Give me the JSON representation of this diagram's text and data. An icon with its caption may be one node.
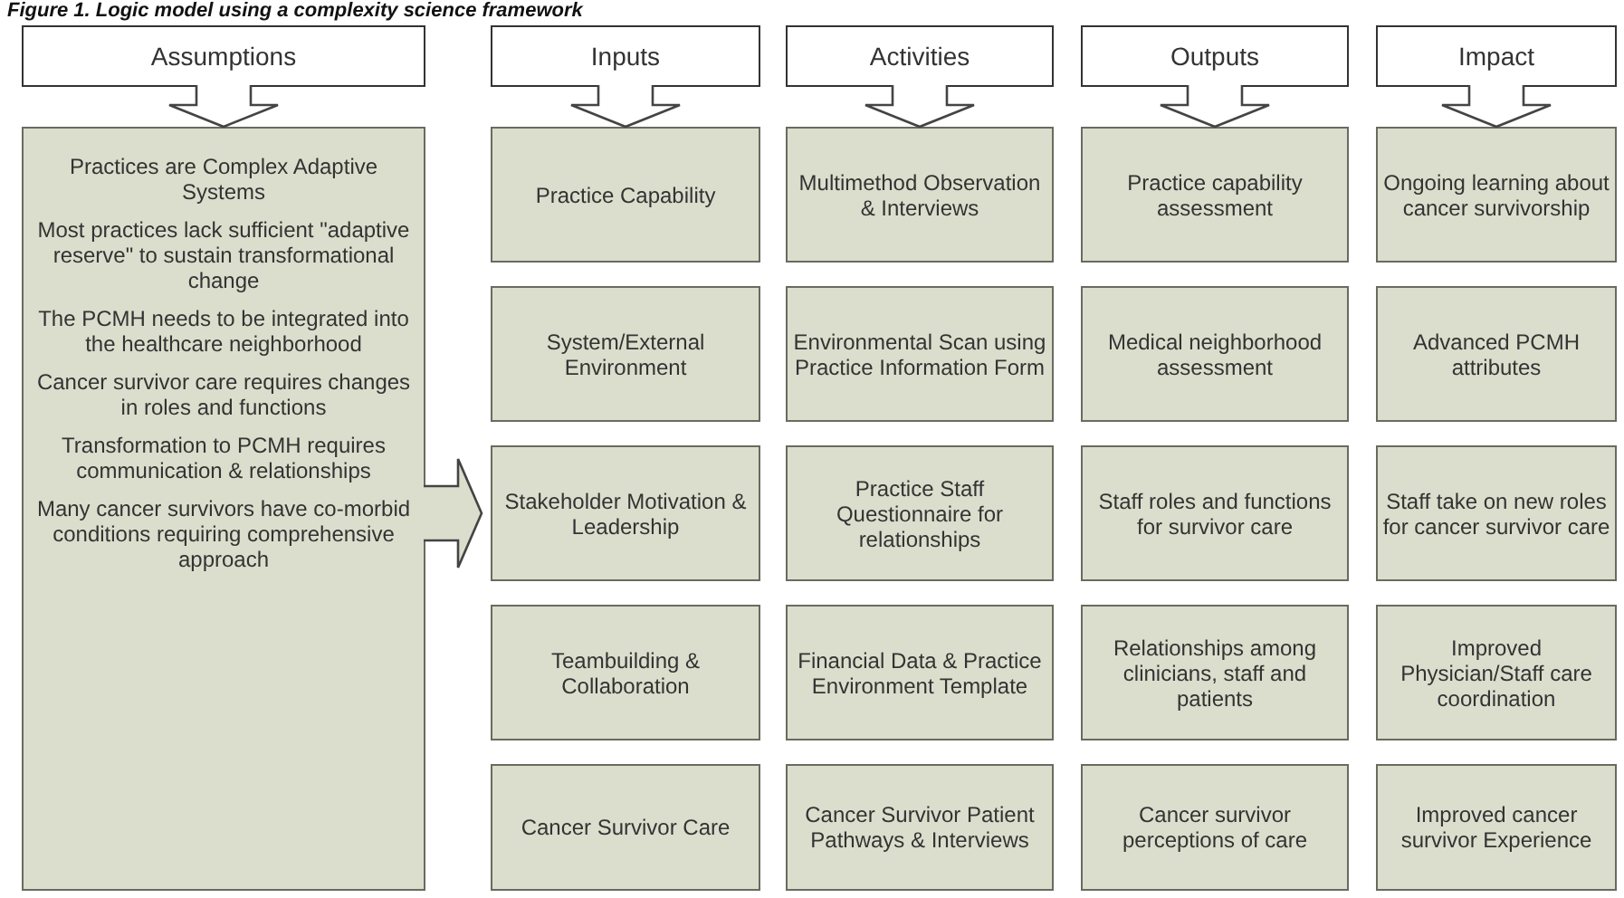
{
  "diagram": {
    "title": "Figure 1. Logic model using a complexity science framework",
    "nodes": [
      {
        "text": [
          "Assumptions"
        ]
      },
      {
        "text": [
          "Inputs"
        ]
      },
      {
        "text": [
          "Activities"
        ]
      },
      {
        "text": [
          "Outputs"
        ]
      },
      {
        "text": [
          "Impact"
        ]
      },
      {
        "text": [
          "Practices are Complex Adaptive Systems",
          "Most practices lack sufficient \"adaptive reserve\" to sustain transformational change",
          "The PCMH needs to be integrated into the healthcare neighborhood",
          "Cancer survivor care requires changes in roles and functions",
          "Transformation to PCMH requires communication & relationships",
          "Many cancer survivors have co-morbid conditions requiring comprehensive approach"
        ]
      },
      {
        "text": [
          "Practice Capability"
        ]
      },
      {
        "text": [
          "System/External Environment"
        ]
      },
      {
        "text": [
          "Stakeholder Motivation & Leadership"
        ]
      },
      {
        "text": [
          "Teambuilding & Collaboration"
        ]
      },
      {
        "text": [
          "Cancer Survivor Care"
        ]
      },
      {
        "text": [
          "Multimethod Observation & Interviews"
        ]
      },
      {
        "text": [
          "Environmental Scan using Practice Information Form"
        ]
      },
      {
        "text": [
          "Practice Staff Questionnaire for relationships"
        ]
      },
      {
        "text": [
          "Financial Data & Practice Environment Template"
        ]
      },
      {
        "text": [
          "Cancer Survivor Patient Pathways & Interviews"
        ]
      },
      {
        "text": [
          "Practice capability assessment"
        ]
      },
      {
        "text": [
          "Medical neighborhood assessment"
        ]
      },
      {
        "text": [
          "Staff roles and functions for survivor care"
        ]
      },
      {
        "text": [
          "Relationships among clinicians, staff and patients"
        ]
      },
      {
        "text": [
          "Cancer survivor perceptions of care"
        ]
      },
      {
        "text": [
          "Ongoing learning about cancer survivorship"
        ]
      },
      {
        "text": [
          "Advanced PCMH attributes"
        ]
      },
      {
        "text": [
          "Staff take on new roles for cancer survivor care"
        ]
      },
      {
        "text": [
          "Improved Physician/Staff care coordination"
        ]
      },
      {
        "text": [
          "Improved cancer survivor Experience"
        ]
      }
    ],
    "edges": [
      {
        "from": 0,
        "to": 5,
        "arrow": "to"
      },
      {
        "from": 1,
        "to": 6,
        "arrow": "to"
      },
      {
        "from": 2,
        "to": 11,
        "arrow": "to"
      },
      {
        "from": 3,
        "to": 16,
        "arrow": "to"
      },
      {
        "from": 4,
        "to": 21,
        "arrow": "to"
      },
      {
        "from": 5,
        "to": 8,
        "arrow": "to"
      }
    ]
  }
}
